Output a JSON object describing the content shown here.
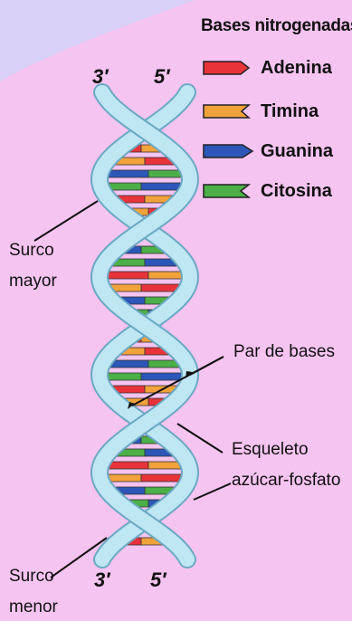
{
  "legend": {
    "title": "Bases nitrogenadas:",
    "items": [
      {
        "name": "Adenina",
        "color": "#e8333a"
      },
      {
        "name": "Timina",
        "color": "#f2a23b"
      },
      {
        "name": "Guanina",
        "color": "#2c57b8"
      },
      {
        "name": "Citosina",
        "color": "#4caf48"
      }
    ]
  },
  "ends": {
    "top_left": "3′",
    "top_right": "5′",
    "bottom_left": "3′",
    "bottom_right": "5′"
  },
  "labels": {
    "surco_mayor_line1": "Surco",
    "surco_mayor_line2": "mayor",
    "par_de_bases": "Par de bases",
    "esqueleto_line1": "Esqueleto",
    "esqueleto_line2": "azúcar-fosfato",
    "surco_menor_line1": "Surco",
    "surco_menor_line2": "menor"
  },
  "colors": {
    "background": "#f5c4f0",
    "corner": "#d8d0f6",
    "backbone": "#bfe6f3",
    "backbone_edge": "#6aa9c3"
  }
}
